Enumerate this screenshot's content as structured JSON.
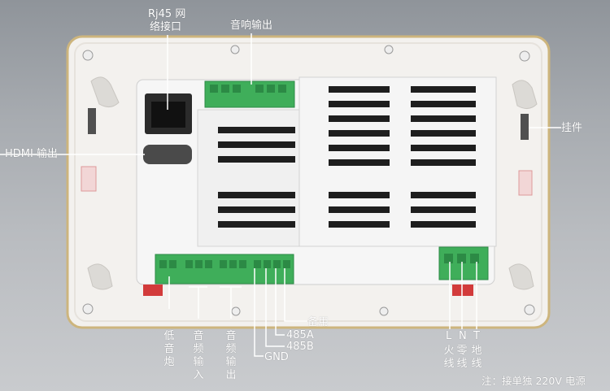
{
  "labels": {
    "rj45": [
      "Rj45 网",
      "络接口"
    ],
    "audio_out_top": "音响输出",
    "hdmi": "HDMI 输出",
    "hanger": "挂件",
    "spare": "备用",
    "b485a": "485A",
    "b485b": "485B",
    "gnd": "GND",
    "subwoofer": "低音炮",
    "audio_in": "音频输入",
    "audio_out": "音频输出",
    "live": "火线",
    "neutral": "零线",
    "earth": "地线",
    "L": "L",
    "N": "N",
    "T": "T",
    "note": "注：接单独 220V 电源"
  },
  "colors": {
    "panel": "#f4f2f0",
    "panel_border": "#c8b27a",
    "module": "#f7f7f7",
    "terminal": "#3fae5a",
    "terminal_dark": "#2c8a45",
    "line": "#ffffff",
    "red_tag": "#d23b3b"
  }
}
